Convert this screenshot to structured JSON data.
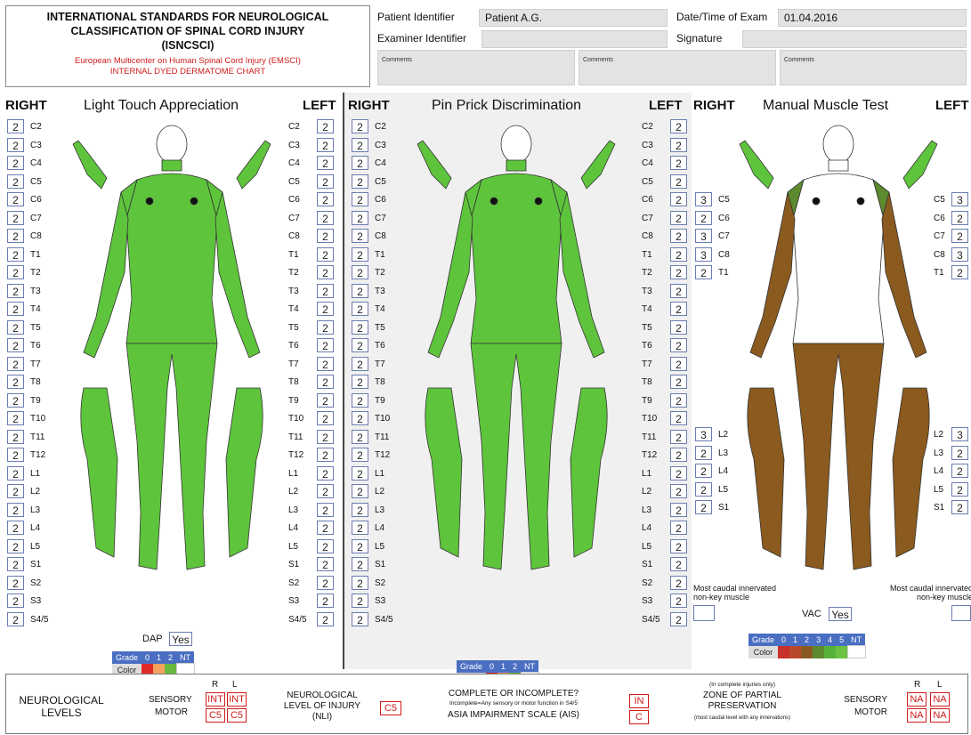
{
  "header": {
    "title_lines": [
      "INTERNATIONAL STANDARDS FOR NEUROLOGICAL",
      "CLASSIFICATION OF SPINAL CORD INJURY",
      "(ISNCSCI)"
    ],
    "subtitle_lines": [
      "European Multicenter on Human Spinal Cord Injury (EMSCI)",
      "INTERNAL DYED DERMATOME CHART"
    ],
    "patient_label": "Patient Identifier",
    "patient_value": "Patient A.G.",
    "date_label": "Date/Time of Exam",
    "date_value": "01.04.2016",
    "examiner_label": "Examiner Identifier",
    "examiner_value": "",
    "signature_label": "Signature",
    "signature_value": "",
    "comments_label": "Comments"
  },
  "panels": {
    "light_touch": {
      "right": "RIGHT",
      "left": "LEFT",
      "title": "Light Touch Appreciation",
      "extra_label": "DAP",
      "extra_value": "Yes"
    },
    "pin_prick": {
      "right": "RIGHT",
      "left": "LEFT",
      "title": "Pin Prick Discrimination"
    },
    "motor": {
      "right": "RIGHT",
      "left": "LEFT",
      "title": "Manual Muscle Test",
      "caudal_right": [
        "Most caudal innervated",
        "non-key muscle"
      ],
      "caudal_left": [
        "Most caudal innervated",
        "non-key muscle"
      ],
      "extra_label": "VAC",
      "extra_value": "Yes"
    }
  },
  "sensory_levels": [
    "C2",
    "C3",
    "C4",
    "C5",
    "C6",
    "C7",
    "C8",
    "T1",
    "T2",
    "T3",
    "T4",
    "T5",
    "T6",
    "T7",
    "T8",
    "T9",
    "T10",
    "T11",
    "T12",
    "L1",
    "L2",
    "L3",
    "L4",
    "L5",
    "S1",
    "S2",
    "S3",
    "S4/5"
  ],
  "light_touch_right": [
    "2",
    "2",
    "2",
    "2",
    "2",
    "2",
    "2",
    "2",
    "2",
    "2",
    "2",
    "2",
    "2",
    "2",
    "2",
    "2",
    "2",
    "2",
    "2",
    "2",
    "2",
    "2",
    "2",
    "2",
    "2",
    "2",
    "2",
    "2"
  ],
  "light_touch_left": [
    "2",
    "2",
    "2",
    "2",
    "2",
    "2",
    "2",
    "2",
    "2",
    "2",
    "2",
    "2",
    "2",
    "2",
    "2",
    "2",
    "2",
    "2",
    "2",
    "2",
    "2",
    "2",
    "2",
    "2",
    "2",
    "2",
    "2",
    "2"
  ],
  "pin_prick_right": [
    "2",
    "2",
    "2",
    "2",
    "2",
    "2",
    "2",
    "2",
    "2",
    "2",
    "2",
    "2",
    "2",
    "2",
    "2",
    "2",
    "2",
    "2",
    "2",
    "2",
    "2",
    "2",
    "2",
    "2",
    "2",
    "2",
    "2",
    "2"
  ],
  "pin_prick_left": [
    "2",
    "2",
    "2",
    "2",
    "2",
    "2",
    "2",
    "2",
    "2",
    "2",
    "2",
    "2",
    "2",
    "2",
    "2",
    "2",
    "2",
    "2",
    "2",
    "2",
    "2",
    "2",
    "2",
    "2",
    "2",
    "2",
    "2",
    "2"
  ],
  "motor_upper_levels": [
    "C5",
    "C6",
    "C7",
    "C8",
    "T1"
  ],
  "motor_upper_right": [
    "3",
    "2",
    "3",
    "3",
    "2"
  ],
  "motor_upper_left": [
    "3",
    "2",
    "2",
    "3",
    "2"
  ],
  "motor_lower_levels": [
    "L2",
    "L3",
    "L4",
    "L5",
    "S1"
  ],
  "motor_lower_right": [
    "3",
    "2",
    "2",
    "2",
    "2"
  ],
  "motor_lower_left": [
    "3",
    "2",
    "2",
    "2",
    "2"
  ],
  "sensory_legend": {
    "grade_label": "Grade",
    "color_label": "Color",
    "grades": [
      "0",
      "1",
      "2",
      "NT"
    ],
    "colors": [
      "#e02a2a",
      "#f3a25c",
      "#6ab83f",
      "#ffffff"
    ]
  },
  "motor_legend": {
    "grade_label": "Grade",
    "color_label": "Color",
    "grades": [
      "0",
      "1",
      "2",
      "3",
      "4",
      "5",
      "NT"
    ],
    "colors": [
      "#c8302a",
      "#b84a2a",
      "#8b5a23",
      "#5d8a2f",
      "#55b23a",
      "#6ac240",
      "#ffffff"
    ]
  },
  "colors": {
    "green": "#5ec43c",
    "brown": "#8a5a1e",
    "legend_blue": "#4a6fc2",
    "accent_red": "#d01b1b"
  },
  "footer": {
    "neuro_levels": "NEUROLOGICAL LEVELS",
    "sensory": "SENSORY",
    "motor": "MOTOR",
    "r": "R",
    "l": "L",
    "sensory_r": "INT",
    "sensory_l": "INT",
    "motor_r": "C5",
    "motor_l": "C5",
    "nli_lines": [
      "NEUROLOGICAL",
      "LEVEL OF INJURY",
      "(NLI)"
    ],
    "nli_value": "C5",
    "complete_q": "COMPLETE OR INCOMPLETE?",
    "complete_note": "Incomplete=Any sensory or motor function in S4/5",
    "ais_label": "ASIA IMPAIRMENT SCALE (AIS)",
    "complete_value": "IN",
    "ais_value": "C",
    "zpp_note": "(In complete injuries only)",
    "zpp_lines": [
      "ZONE OF PARTIAL",
      "PRESERVATION"
    ],
    "zpp_note2": "(most caudal level with any innervations)",
    "zpp_sensory_r": "NA",
    "zpp_sensory_l": "NA",
    "zpp_motor_r": "NA",
    "zpp_motor_l": "NA"
  }
}
